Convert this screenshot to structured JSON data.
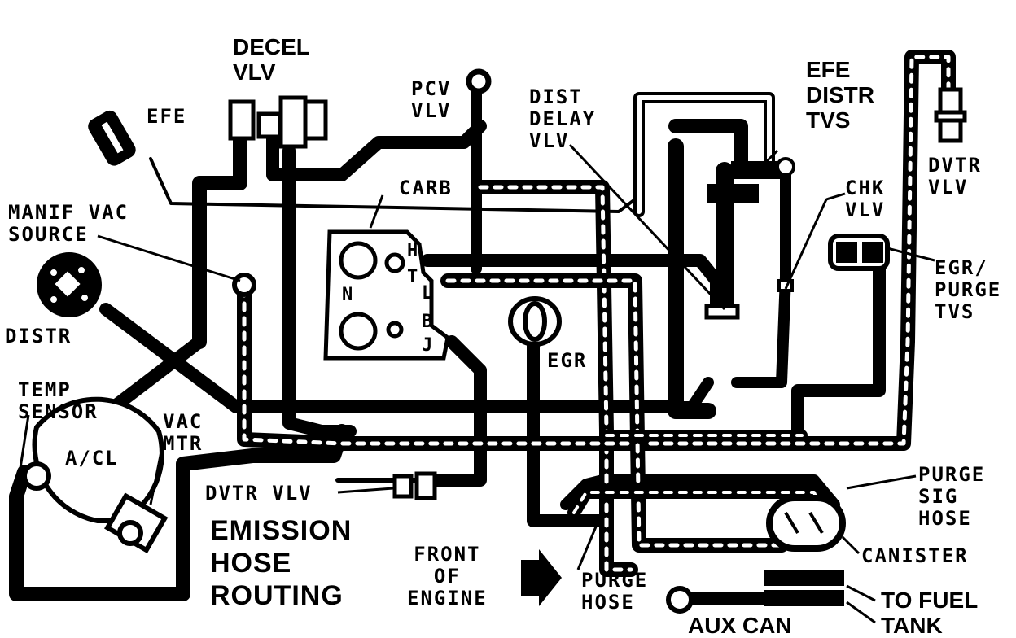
{
  "diagram": {
    "title": "EMISSION HOSE ROUTING",
    "title_lines": [
      "EMISSION",
      "HOSE",
      "ROUTING"
    ],
    "front_of_engine": "FRONT\nOF\nENGINE",
    "labels": {
      "decel_vlv": "DECEL\nVLV",
      "efe": "EFE",
      "pcv_vlv": "PCV\nVLV",
      "dist_delay_vlv": "DIST\nDELAY\nVLV",
      "efe_distr_tvs": "EFE\nDISTR\nTVS",
      "dvtr_vlv_top": "DVTR\nVLV",
      "carb": "CARB",
      "chk_vlv": "CHK\nVLV",
      "manif_vac_source": "MANIF VAC\nSOURCE",
      "egr_purge_tvs": "EGR/\nPURGE\nTVS",
      "distr": "DISTR",
      "egr": "EGR",
      "temp_sensor": "TEMP\nSENSOR",
      "vac_mtr": "VAC\nMTR",
      "a_cl": "A/CL",
      "dvtr_vlv_bottom": "DVTR VLV",
      "purge_sig_hose": "PURGE\nSIG\nHOSE",
      "canister": "CANISTER",
      "purge_hose": "PURGE\nHOSE",
      "to_fuel_tank": "TO FUEL\nTANK",
      "aux_can": "AUX CAN"
    },
    "carb_ports": [
      "H",
      "T",
      "L",
      "B",
      "J",
      "N"
    ]
  },
  "colors": {
    "ink": "#000000",
    "paper": "#ffffff"
  }
}
